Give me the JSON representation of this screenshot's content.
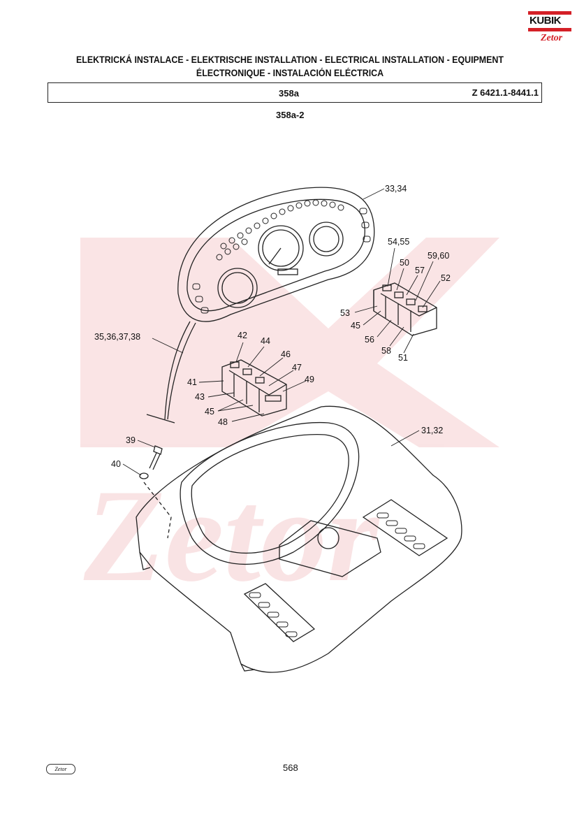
{
  "logo": {
    "brand": "KUBIK",
    "sub_brand": "Zetor"
  },
  "header": {
    "title_line1": "ELEKTRICKÁ INSTALACE - ELEKTRISCHE INSTALLATION - ELECTRICAL INSTALLATION - EQUIPMENT",
    "title_line2": "ÉLECTRONIQUE - INSTALACIÓN ELÉCTRICA",
    "section": "358a",
    "model_code": "Z 6421.1-8441.1",
    "figure_id": "358a-2"
  },
  "callouts": [
    "33,34",
    "54,55",
    "50",
    "59,60",
    "57",
    "52",
    "53",
    "45",
    "56",
    "58",
    "51",
    "35,36,37,38",
    "42",
    "44",
    "46",
    "47",
    "41",
    "49",
    "43",
    "45",
    "48",
    "31,32",
    "39",
    "40"
  ],
  "footer": {
    "logo": "Zetor",
    "page_number": "568"
  }
}
